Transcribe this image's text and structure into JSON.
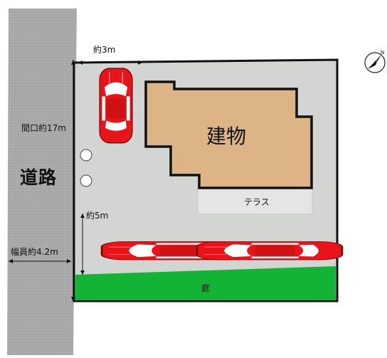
{
  "labels": {
    "road": "道路",
    "building": "建物",
    "terrace": "テラス",
    "garden": "庭",
    "width_3m": "約3m",
    "frontage": "間口約17m",
    "width_5m": "約5m",
    "road_width": "幅員約4.2m"
  },
  "colors": {
    "road": "#a8a8a8",
    "lot": "#d2d5d2",
    "building": "#dcb486",
    "terrace": "#e5e5e5",
    "garden": "#13b336",
    "car": "#e8141a",
    "outline": "#111111"
  },
  "icons": [
    "compass-icon",
    "tree-icon",
    "car-icon"
  ]
}
